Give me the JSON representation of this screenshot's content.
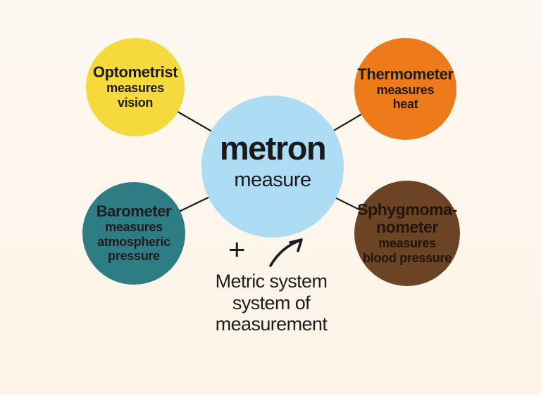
{
  "center": {
    "word": "metron",
    "meaning": "measure",
    "color": "#aedcf5"
  },
  "nodes": [
    {
      "title": "Optometrist",
      "detail": [
        "measures",
        "vision"
      ],
      "color": "#f6d93d"
    },
    {
      "title": "Thermometer",
      "detail": [
        "measures",
        "heat"
      ],
      "color": "#ee7a1a"
    },
    {
      "title": "Barometer",
      "detail": [
        "measures",
        "atmospheric",
        "pressure"
      ],
      "color": "#2e7d84"
    },
    {
      "title_line1": "Sphygmoma-",
      "title_line2": "nometer",
      "detail": [
        "measures",
        "blood pressure"
      ],
      "color": "#6b4423"
    }
  ],
  "footnote": {
    "plus": "+",
    "lines": [
      "Metric system",
      "system of",
      "measurement"
    ]
  },
  "colors": {
    "background": "#fdf6ec",
    "connector_line": "#1b1b1b",
    "text": "#1d1d1f",
    "sphygmomanometer_text": "#23150d"
  }
}
